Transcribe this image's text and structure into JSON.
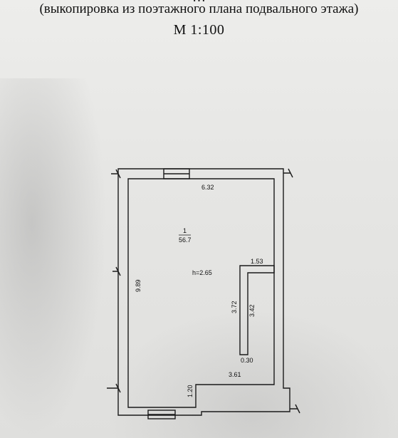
{
  "header": {
    "title_cut": "…",
    "subtitle": "(выкопировка из поэтажного плана подвального этажа)",
    "scale": "М 1:100"
  },
  "plan": {
    "room_number": "1",
    "area": "56.7",
    "height": "h=2.65",
    "dimensions": {
      "top_width": "6.32",
      "left_length": "9.89",
      "inner_top": "1.53",
      "partition_length": "3.72",
      "niche_length": "3.42",
      "niche_width": "0.30",
      "bottom_width": "3.61",
      "step": "1.20"
    }
  }
}
